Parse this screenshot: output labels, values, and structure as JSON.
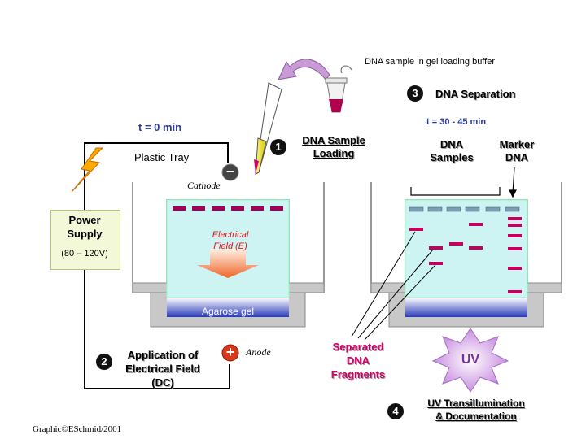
{
  "labels": {
    "dna_sample_buffer": "DNA sample in gel loading buffer",
    "t0": "t = 0 min",
    "plastic_tray": "Plastic Tray",
    "cathode": "Cathode",
    "anode": "Anode",
    "step1": "DNA Sample\nLoading",
    "step2": "Application of\nElectrical Field\n(DC)",
    "step3": "DNA Separation",
    "step4": "UV Transillumination\n& Documentation",
    "t_range": "t = 30 - 45 min",
    "dna_samples": "DNA\nSamples",
    "marker_dna": "Marker\nDNA",
    "power_supply": "Power\nSupply",
    "voltage": "(80 – 120V)",
    "electrical_field": "Electrical\nField (E)",
    "agarose_gel": "Agarose gel",
    "separated_fragments": "Separated\nDNA\nFragments",
    "uv": "UV",
    "credit": "Graphic©ESchmid/2001"
  },
  "step_numbers": [
    "1",
    "2",
    "3",
    "4"
  ],
  "symbols": {
    "minus": "−",
    "plus": "+"
  },
  "colors": {
    "gel": "#cdf3f3",
    "band": "#c4005c",
    "well": "#7a9fb4",
    "tray": "#c8c8c8",
    "uv_burst": "#e8bff0",
    "title_blue": "#2a3a9a",
    "field_red": "#e01818",
    "arrow_orange": "#f0642a"
  }
}
